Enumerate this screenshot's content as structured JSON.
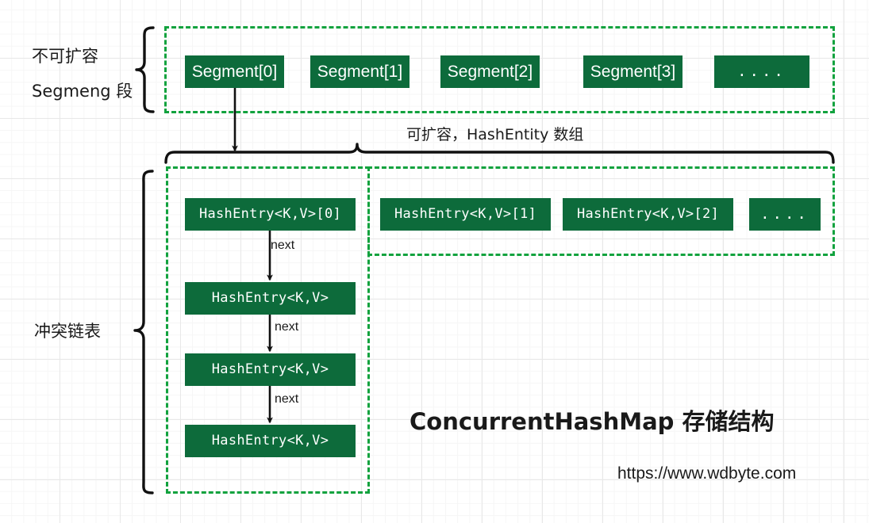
{
  "title": "ConcurrentHashMap 存储结构",
  "url": "https://www.wdbyte.com",
  "labels": {
    "segment_group_line1": "不可扩容",
    "segment_group_line2": "Segmeng 段",
    "array_group": "可扩容，HashEntity 数组",
    "chain_group": "冲突链表"
  },
  "segments": [
    {
      "label": "Segment[0]"
    },
    {
      "label": "Segment[1]"
    },
    {
      "label": "Segment[2]"
    },
    {
      "label": "Segment[3]"
    },
    {
      "label": "...."
    }
  ],
  "hash_entries": [
    {
      "label": "HashEntry<K,V>[0]"
    },
    {
      "label": "HashEntry<K,V>[1]"
    },
    {
      "label": "HashEntry<K,V>[2]"
    },
    {
      "label": "...."
    }
  ],
  "chain": [
    {
      "label": "HashEntry<K,V>"
    },
    {
      "label": "HashEntry<K,V>"
    },
    {
      "label": "HashEntry<K,V>"
    }
  ],
  "next_labels": [
    "next",
    "next",
    "next"
  ],
  "colors": {
    "box_fill": "#0D6B3B",
    "box_text": "#FFFFFF",
    "dash_border": "#12A23E",
    "connector": "#111111",
    "text": "#1A1A1A",
    "grid_minor": "#F6F6F6",
    "grid_major": "#E8E8E8"
  }
}
